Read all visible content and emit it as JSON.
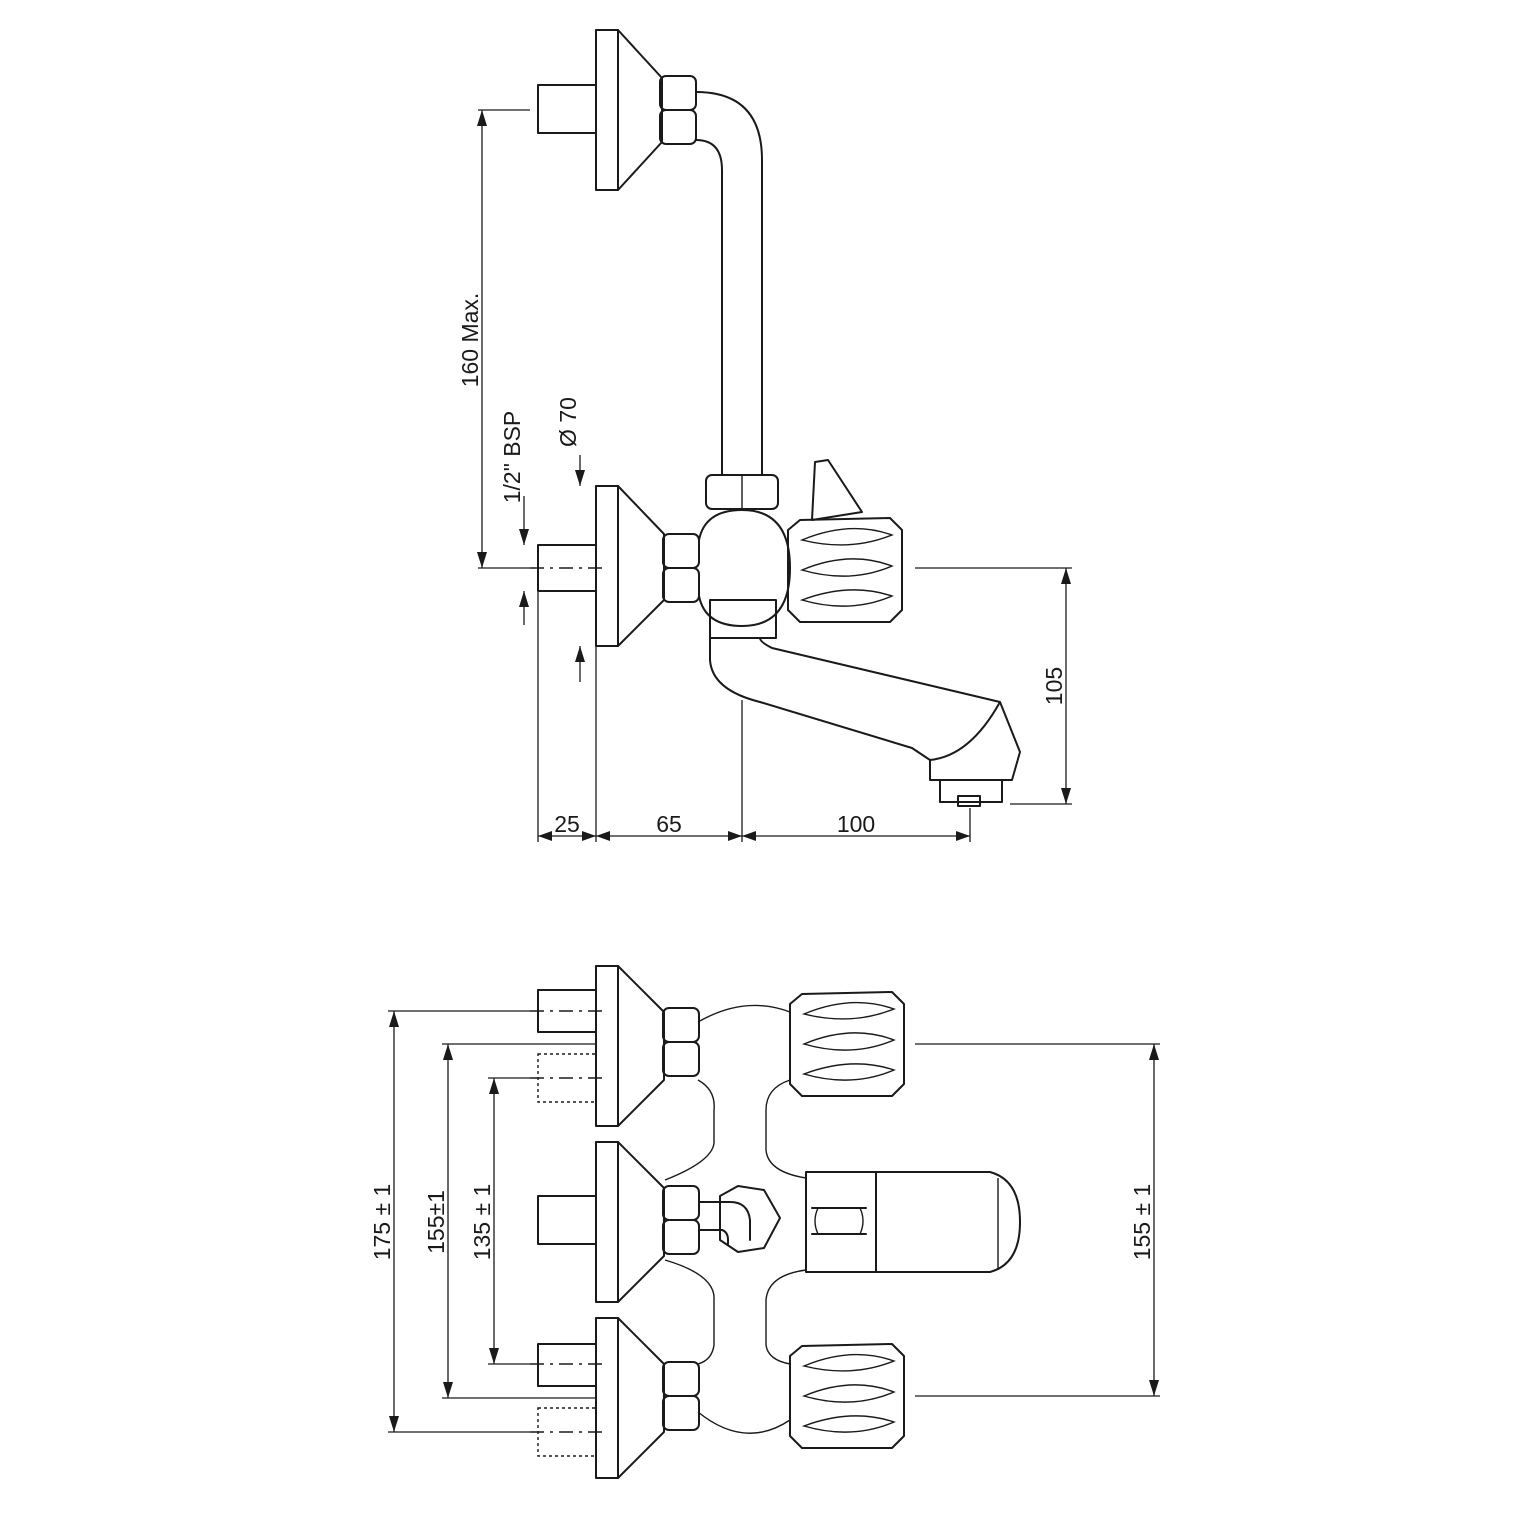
{
  "side_view": {
    "height_max_label": "160 Max.",
    "thread_label": "1/2\" BSP",
    "diameter_label": "Ø 70",
    "spout_height_label": "105",
    "depth_wall_label": "25",
    "depth_body_label": "65",
    "depth_spout_label": "100"
  },
  "top_view": {
    "outer_span_label": "175 ± 1",
    "mid_span_label": "155±1",
    "inner_span_label": "135 ± 1",
    "handle_span_label": "155 ± 1"
  }
}
